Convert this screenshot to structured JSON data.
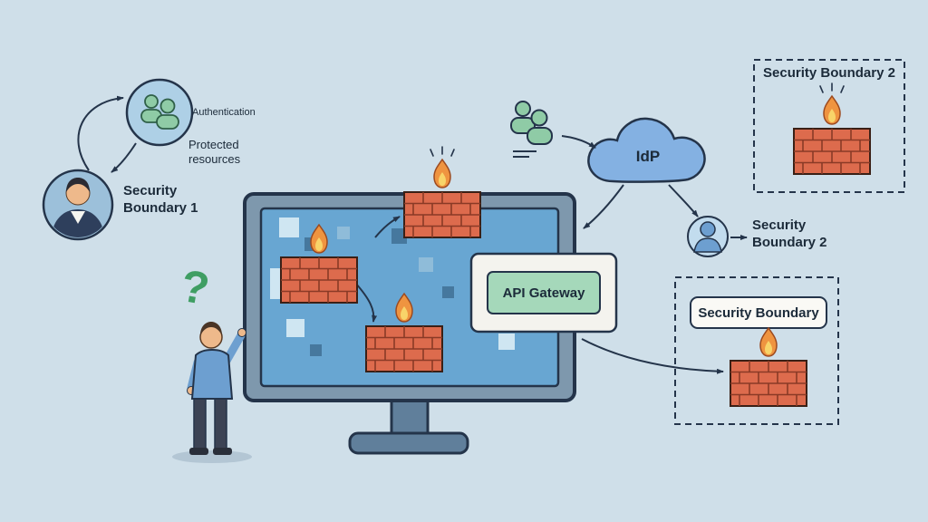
{
  "labels": {
    "authentication": "Authentication",
    "protected_resources": "Protected resources",
    "security_boundary_1": "Security Boundary 1",
    "idp": "IdP",
    "api_gateway": "API Gateway",
    "security_boundary_2_box": "Security Boundary 2",
    "security_boundary_2_user": "Security Boundary 2",
    "security_boundary_bottom": "Security Boundary",
    "question_mark": "?"
  },
  "colors": {
    "background": "#cfdfe9",
    "brick": "#dd6b4d",
    "brick_mortar": "#8a3a26",
    "flame_outer": "#ef9440",
    "flame_inner": "#f8d469",
    "cloud": "#84b1e2",
    "api_gateway_button": "#a5d8ba",
    "api_gateway_card": "#f4f3ee",
    "monitor_frame": "#7e98ad",
    "monitor_screen": "#68a6d2",
    "green_figure": "#8fcba6",
    "blue_figure": "#6d9fd0",
    "outline": "#24344a",
    "question_green": "#3f9e63"
  }
}
